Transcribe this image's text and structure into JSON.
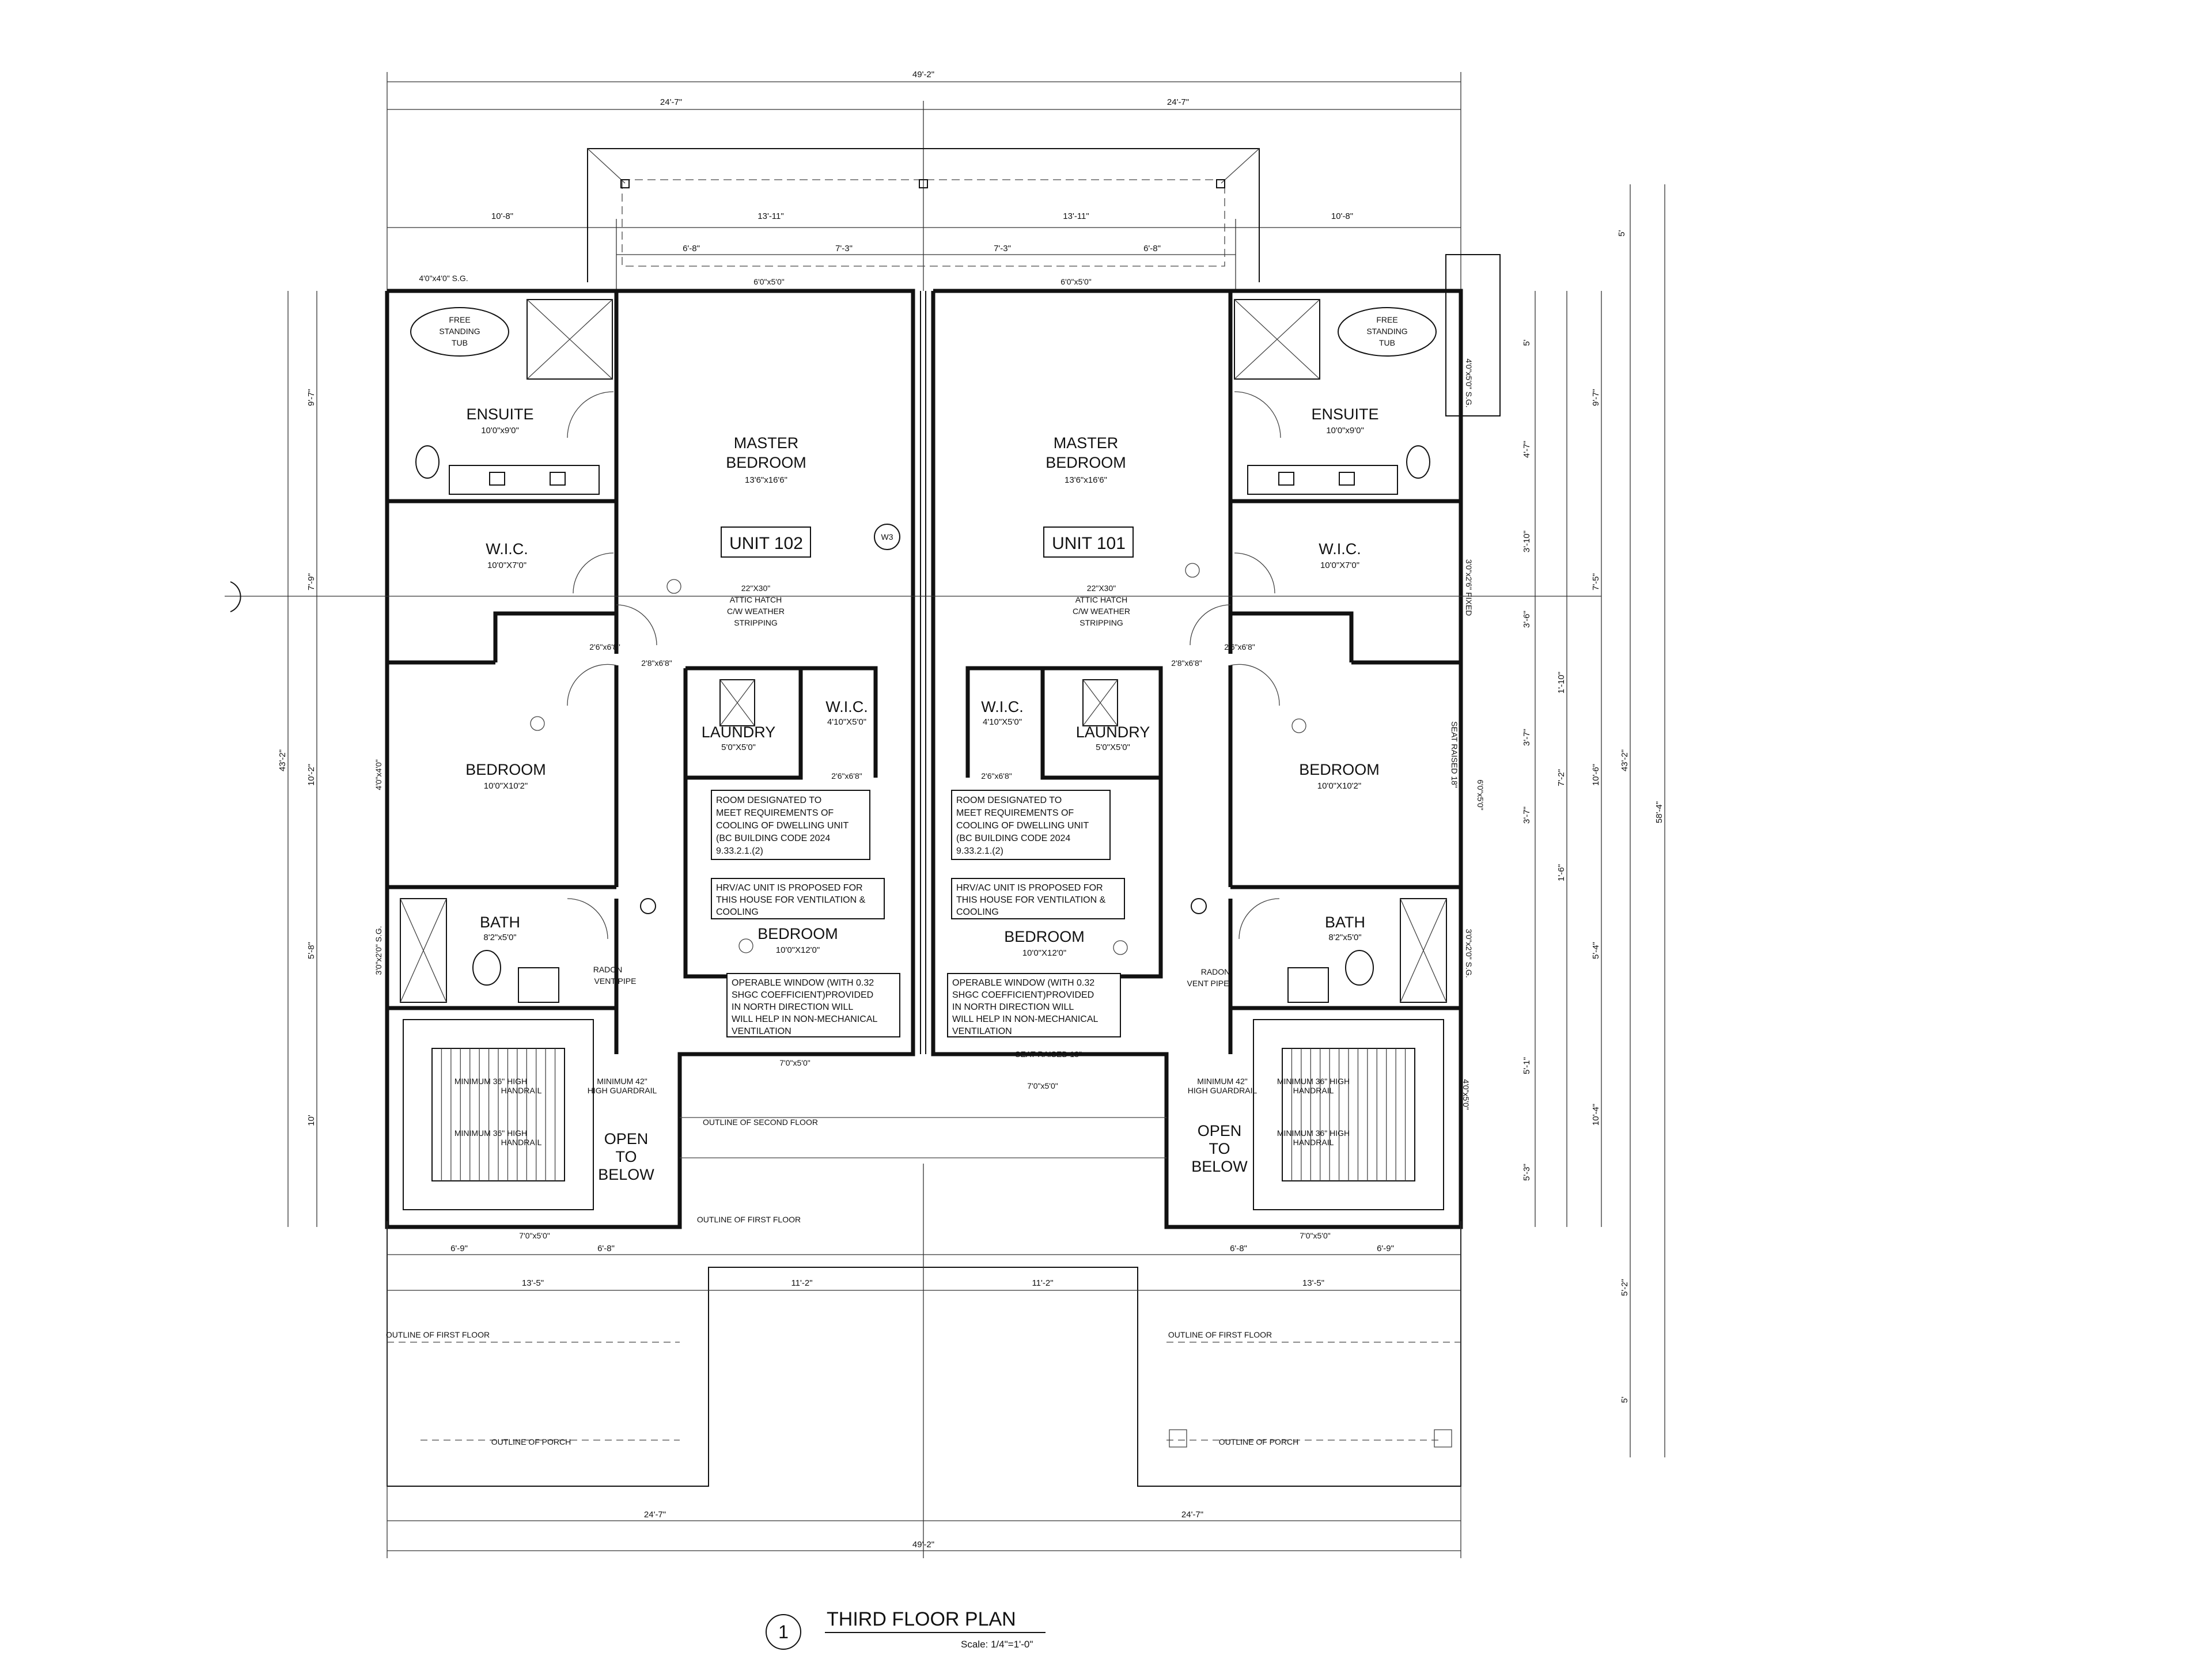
{
  "plan": {
    "title": "THIRD FLOOR PLAN",
    "scale": "Scale: 1/4\"=1'-0\"",
    "number": "1"
  },
  "dims": {
    "overall": "49'-2\"",
    "half": "24'-7\"",
    "ten_eight": "10'-8\"",
    "thirteen_eleven": "13'-11\"",
    "six_eight": "6'-8\"",
    "seven_three": "7'-3\"",
    "window_top": "6'0\"x5'0\"",
    "window_sg": "4'0\"x4'0\" S.G.",
    "left_9_7": "9'-7\"",
    "left_7_9": "7'-9\"",
    "left_10_2": "10'-2\"",
    "left_5_8": "5'-8\"",
    "left_10": "10'",
    "left_43_2": "43'-2\"",
    "right_5": "5'",
    "right_4_7": "4'-7\"",
    "right_3_10": "3'-10\"",
    "right_3_6": "3'-6\"",
    "right_1_10": "1'-10\"",
    "right_3_7": "3'-7\"",
    "right_1_6": "1'-6\"",
    "right_5_1": "5'-1\"",
    "right_5_3": "5'-3\"",
    "right_9_7": "9'-7\"",
    "right_7_5": "7'-5\"",
    "right_10_6": "10'-6\"",
    "right_7_2": "7'-2\"",
    "right_5_4": "5'-4\"",
    "right_10_4": "10'-4\"",
    "right_43_2": "43'-2\"",
    "right_58_4": "58'-4\"",
    "right_5_2": "5'-2\"",
    "bottom_6_9": "6'-9\"",
    "bottom_6_8": "6'-8\"",
    "bottom_13_5": "13'-5\"",
    "bottom_11_2": "11'-2\"",
    "bottom_window": "7'0\"x5'0\"",
    "fixed_window": "3'0\"x2'6\" FIXED",
    "sg_window_r": "4'0\"x5'0\" S.G.",
    "bath_window": "3'0\"x2'0\" S.G.",
    "bed_window": "4'0\"x4'0\"",
    "seat_window": "6'0\"x5'0\"",
    "stair_window": "4'0\"x5'0\""
  },
  "rooms": {
    "master_bedroom": "MASTER\nBEDROOM",
    "master_size": "13'6\"x16'6\"",
    "ensuite": "ENSUITE",
    "ensuite_size": "10'0\"x9'0\"",
    "free_tub": "FREE STANDING TUB",
    "wic": "W.I.C.",
    "wic_size": "10'0\"X7'0\"",
    "wic_small_size": "4'10\"X5'0\"",
    "laundry": "LAUNDRY",
    "laundry_size": "5'0\"X5'0\"",
    "bedroom": "BEDROOM",
    "bedroom_size": "10'0\"X10'2\"",
    "bedroom2_size": "10'0\"X12'0\"",
    "bath": "BATH",
    "bath_size": "8'2\"x5'0\"",
    "unit_left": "UNIT 102",
    "unit_right": "UNIT 101",
    "w3": "W3",
    "open_below": "OPEN TO BELOW",
    "seat_raised": "SEAT RAISED 18\"",
    "seat_raised_r": "SEAT RAISED 18\""
  },
  "notes": {
    "attic": "22\"X30\" ATTIC HATCH C/W WEATHER STRIPPING",
    "cooling": "ROOM DESIGNATED TO MEET REQUIREMENTS OF COOLING OF DWELLING UNIT (BC BUILDING CODE 2024 9.33.2.1.(2)",
    "hrv": "HRV/AC UNIT IS PROPOSED FOR THIS HOUSE FOR VENTILATION & COOLING",
    "window": "OPERABLE WINDOW (WITH 0.32 SHGC COEFFICIENT)PROVIDED IN NORTH DIRECTION WILL WILL HELP IN  NON-MECHANICAL VENTILATION",
    "radon": "RADON VENT PIPE",
    "handrail": "MINIMUM 36\" HIGH HANDRAIL",
    "guardrail": "MINIMUM 42\" HIGH GUARDRAIL",
    "outline_second": "OUTLINE OF SECOND FLOOR",
    "outline_first": "OUTLINE OF FIRST FLOOR",
    "outline_porch": "OUTLINE OF PORCH"
  },
  "doors": {
    "d268": "2'6\"x6'8\"",
    "d288": "2'8\"x6'8\""
  }
}
